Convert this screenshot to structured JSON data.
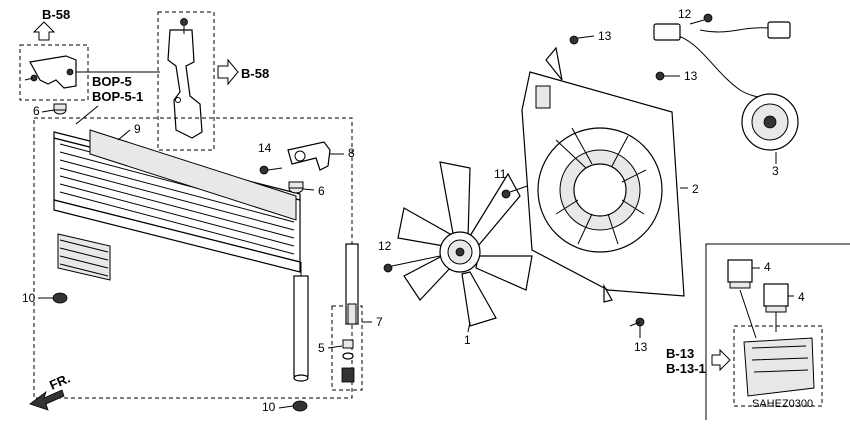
{
  "refs": {
    "b58_top": "B-58",
    "b58_right": "B-58",
    "bop5": "BOP-5",
    "bop51": "BOP-5-1",
    "b13": "B-13",
    "b131": "B-13-1",
    "front": "FR."
  },
  "callouts": {
    "c1": "1",
    "c2": "2",
    "c3": "3",
    "c4a": "4",
    "c4b": "4",
    "c5": "5",
    "c6a": "6",
    "c6b": "6",
    "c7": "7",
    "c8": "8",
    "c9": "9",
    "c10a": "10",
    "c10b": "10",
    "c11": "11",
    "c12a": "12",
    "c12b": "12",
    "c13a": "13",
    "c13b": "13",
    "c13c": "13",
    "c14": "14"
  },
  "diagram_code": "SAHEZ0300"
}
